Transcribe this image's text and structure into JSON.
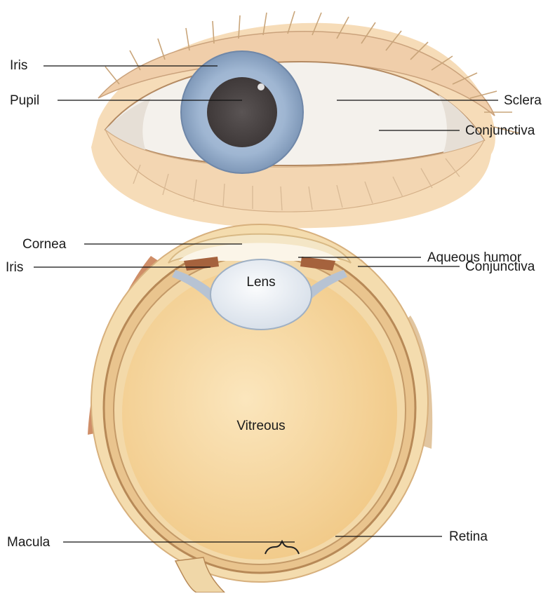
{
  "external_view": {
    "labels": {
      "iris": "Iris",
      "pupil": "Pupil",
      "sclera": "Sclera",
      "conjunctiva": "Conjunctiva"
    }
  },
  "cross_section": {
    "labels": {
      "cornea": "Cornea",
      "iris": "Iris",
      "aqueous_humor": "Aqueous humor",
      "conjunctiva": "Conjunctiva",
      "lens": "Lens",
      "vitreous": "Vitreous",
      "macula": "Macula",
      "retina": "Retina"
    }
  },
  "colors": {
    "skin": "#f3d2a6",
    "skin_light": "#f9e6c8",
    "lash": "#c9a57a",
    "sclera": "#f4f1ec",
    "iris_blue": "#9fb6d2",
    "pupil": "#4a4444",
    "vitreous": "#f7d79a",
    "muscle": "#c77a4e",
    "lens": "#e9eef4"
  }
}
